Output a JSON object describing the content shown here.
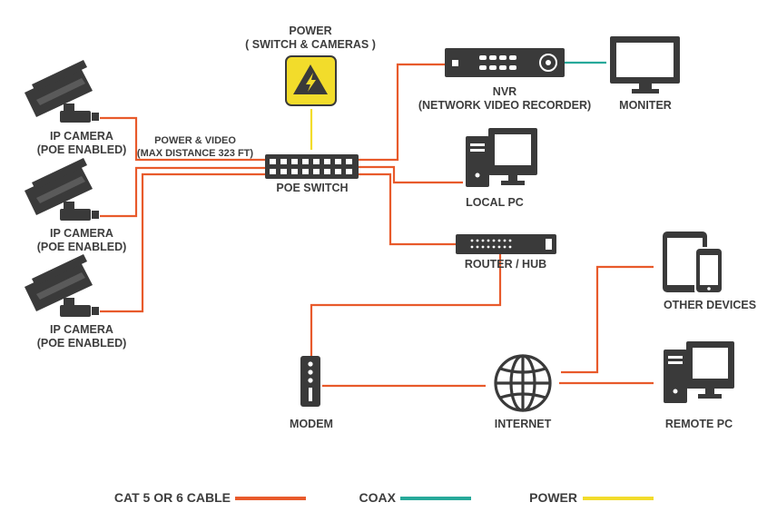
{
  "colors": {
    "cat_cable": "#e85a2b",
    "coax": "#27a99a",
    "power": "#f2dc2b",
    "device": "#3a3a3a"
  },
  "labels": {
    "power_title": "POWER",
    "power_sub": "( SWITCH & CAMERAS )",
    "power_video": "POWER & VIDEO",
    "max_distance": "(MAX DISTANCE 323 FT)",
    "poe_switch": "POE SWITCH",
    "nvr": "NVR",
    "nvr_sub": "(NETWORK VIDEO RECORDER)",
    "monitor": "MONITER",
    "local_pc": "LOCAL PC",
    "router": "ROUTER / HUB",
    "other_devices": "OTHER DEVICES",
    "modem": "MODEM",
    "internet": "INTERNET",
    "remote_pc": "REMOTE PC"
  },
  "cameras": [
    {
      "name": "IP CAMERA",
      "sub": "(POE ENABLED)"
    },
    {
      "name": "IP CAMERA",
      "sub": "(POE ENABLED)"
    },
    {
      "name": "IP CAMERA",
      "sub": "(POE ENABLED)"
    }
  ],
  "legend": [
    {
      "label": "CAT 5 OR 6 CABLE",
      "color": "#e85a2b"
    },
    {
      "label": "COAX",
      "color": "#27a99a"
    },
    {
      "label": "POWER",
      "color": "#f2dc2b"
    }
  ],
  "icons": [
    "camera-icon",
    "power-warning-icon",
    "switch-icon",
    "nvr-icon",
    "monitor-icon",
    "desktop-pc-icon",
    "router-icon",
    "tablet-phone-icon",
    "modem-icon",
    "globe-icon"
  ]
}
